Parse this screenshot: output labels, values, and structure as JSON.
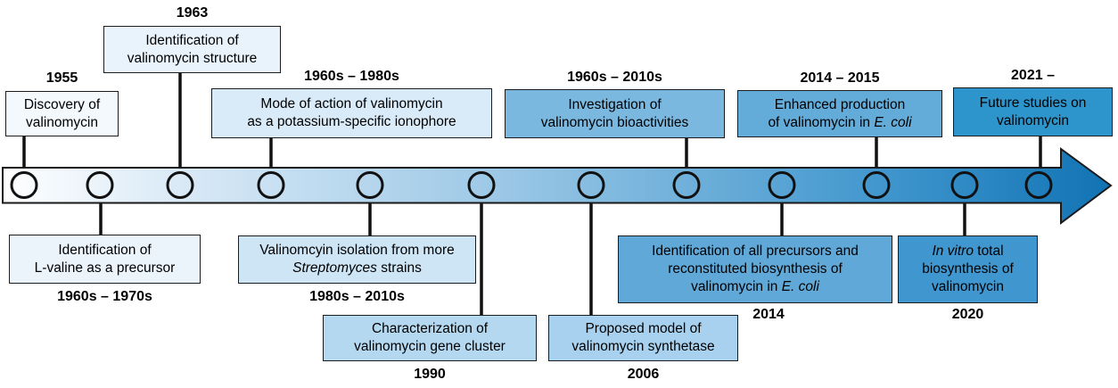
{
  "timeline": {
    "node_count": 12,
    "outline_color": "#1a1a1a",
    "gradient": [
      "#ffffff",
      "#dcebf7",
      "#9cc8e6",
      "#4499cf",
      "#1173b4"
    ]
  },
  "events_top": [
    {
      "year": "1955",
      "fill": "#f4f9fd",
      "lines": [
        [
          {
            "t": "Discovery of"
          }
        ],
        [
          {
            "t": "valinomycin"
          }
        ]
      ]
    },
    {
      "year": "1963",
      "fill": "#e9f3fb",
      "lines": [
        [
          {
            "t": "Identification of"
          }
        ],
        [
          {
            "t": "valinomycin structure"
          }
        ]
      ]
    },
    {
      "year": "1960s – 1980s",
      "fill": "#d9ebf8",
      "lines": [
        [
          {
            "t": "Mode of action of valinomycin"
          }
        ],
        [
          {
            "t": "as a potassium-specific ionophore"
          }
        ]
      ]
    },
    {
      "year": "1960s – 2010s",
      "fill": "#7ab8e0",
      "lines": [
        [
          {
            "t": "Investigation of"
          }
        ],
        [
          {
            "t": "valinomycin bioactivities"
          }
        ]
      ]
    },
    {
      "year": "2014 – 2015",
      "fill": "#63abd9",
      "lines": [
        [
          {
            "t": "Enhanced production"
          }
        ],
        [
          {
            "t": "of valinomycin in "
          },
          {
            "t": "E. coli",
            "i": true
          }
        ]
      ]
    },
    {
      "year": "2021 –",
      "fill": "#2e95cc",
      "lines": [
        [
          {
            "t": "Future studies on"
          }
        ],
        [
          {
            "t": "valinomycin"
          }
        ]
      ]
    }
  ],
  "events_bottom": [
    {
      "year": "1960s – 1970s",
      "fill": "#ebf4fb",
      "lines": [
        [
          {
            "t": "Identification of"
          }
        ],
        [
          {
            "t": "L-valine as a precursor"
          }
        ]
      ]
    },
    {
      "year": "1980s – 2010s",
      "fill": "#cee5f5",
      "lines": [
        [
          {
            "t": "Valinomcyin isolation from more"
          }
        ],
        [
          {
            "t": "Streptomyces",
            "i": true
          },
          {
            "t": " strains"
          }
        ]
      ]
    },
    {
      "year": "1990",
      "fill": "#b4d8f0",
      "lines": [
        [
          {
            "t": "Characterization of"
          }
        ],
        [
          {
            "t": "valinomycin gene cluster"
          }
        ]
      ]
    },
    {
      "year": "2006",
      "fill": "#a7d1ee",
      "lines": [
        [
          {
            "t": "Proposed model of"
          }
        ],
        [
          {
            "t": "valinomycin synthetase"
          }
        ]
      ]
    },
    {
      "year": "2014",
      "fill": "#60a8d8",
      "lines": [
        [
          {
            "t": "Identification of all precursors and"
          }
        ],
        [
          {
            "t": "reconstituted biosynthesis of"
          }
        ],
        [
          {
            "t": "valinomycin in "
          },
          {
            "t": "E. coli",
            "i": true
          }
        ]
      ]
    },
    {
      "year": "2020",
      "fill": "#4096cf",
      "lines": [
        [
          {
            "t": "In vitro",
            "i": true
          },
          {
            "t": " total"
          }
        ],
        [
          {
            "t": "biosynthesis of"
          }
        ],
        [
          {
            "t": "valinomycin"
          }
        ]
      ]
    }
  ]
}
